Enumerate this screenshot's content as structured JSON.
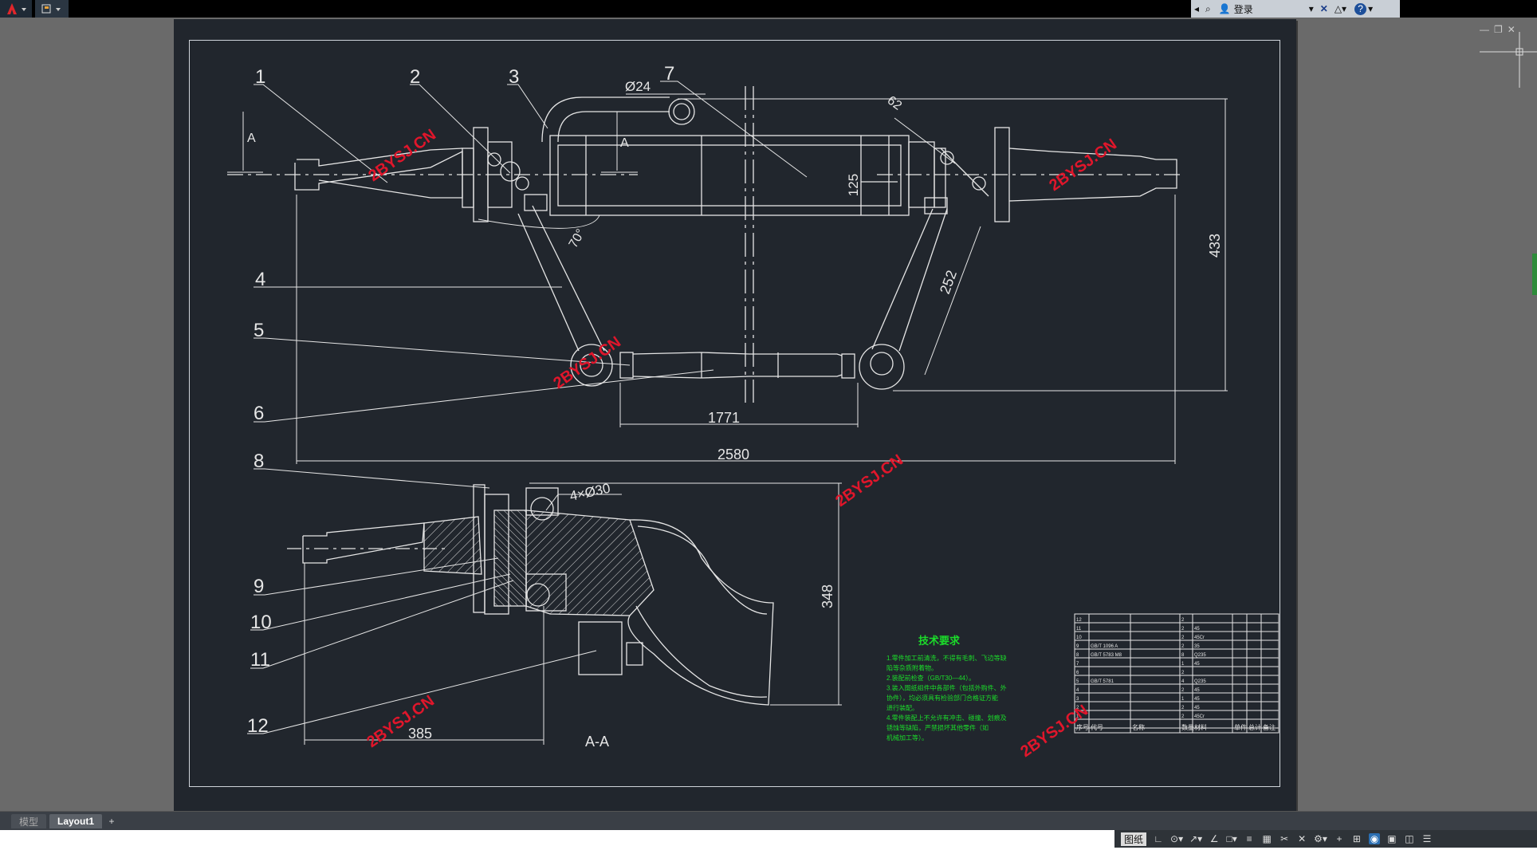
{
  "topbar": {
    "app_icon": "autocad-a-icon",
    "login_label": "登录",
    "search_user_icon": "user-icon",
    "help_icon": "help-icon"
  },
  "viewport": {
    "min": "—",
    "restore": "❐",
    "close": "✕"
  },
  "drawing": {
    "balloons": [
      "1",
      "2",
      "3",
      "4",
      "5",
      "6",
      "7",
      "8",
      "9",
      "10",
      "11",
      "12"
    ],
    "dims": {
      "d24": "Ø24",
      "d125": "125",
      "d433": "433",
      "d62": "62",
      "d252": "252",
      "d1771": "1771",
      "d2580": "2580",
      "d348": "348",
      "d385": "385",
      "d4x30": "4×Ø30",
      "a70": "70°"
    },
    "section_label": "A",
    "section_view_label": "A-A",
    "watermark": "2BYSJ.CN",
    "tech_title": "技术要求",
    "tech_lines": [
      "1.零件加工前清洗，不得有毛刺、飞边等缺",
      "陷等杂质附着物。",
      "2.装配前检查（GB/T30—44）。",
      "3.装入图纸组件中各部件（包括外购件、外",
      "协件），均必须具有检验部门合格证方能",
      "进行装配。",
      "4.零件装配上不允许有冲击、碰撞、划痕及",
      "锈蚀等缺陷，严禁损坏其他零件（如",
      "机械加工等）。"
    ],
    "table_header": [
      "序号",
      "代号",
      "名称",
      "数量",
      "材料",
      "单件",
      "总计",
      "备注"
    ],
    "table_rows": [
      [
        "12",
        "",
        "",
        "2",
        "",
        "",
        "",
        ""
      ],
      [
        "11",
        "",
        "",
        "2",
        "45",
        "",
        "",
        ""
      ],
      [
        "10",
        "",
        "",
        "2",
        "45Cr",
        "",
        "",
        ""
      ],
      [
        "9",
        "GB/T 1096 A",
        "",
        "2",
        "35",
        "",
        "",
        ""
      ],
      [
        "8",
        "GB/T 5783 M8",
        "",
        "8",
        "Q235",
        "",
        "",
        ""
      ],
      [
        "7",
        "",
        "",
        "1",
        "45",
        "",
        "",
        ""
      ],
      [
        "6",
        "",
        "",
        "2",
        "",
        "",
        "",
        ""
      ],
      [
        "5",
        "GB/T 5781",
        "",
        "4",
        "Q235",
        "",
        "",
        ""
      ],
      [
        "4",
        "",
        "",
        "2",
        "45",
        "",
        "",
        ""
      ],
      [
        "3",
        "",
        "",
        "1",
        "45",
        "",
        "",
        ""
      ],
      [
        "2",
        "",
        "",
        "2",
        "45",
        "",
        "",
        ""
      ],
      [
        "1",
        "",
        "",
        "2",
        "45Cr",
        "",
        "",
        ""
      ]
    ]
  },
  "tabs": {
    "model": "模型",
    "layout1": "Layout1",
    "add": "+"
  },
  "statusbar": {
    "paper": "图纸"
  }
}
